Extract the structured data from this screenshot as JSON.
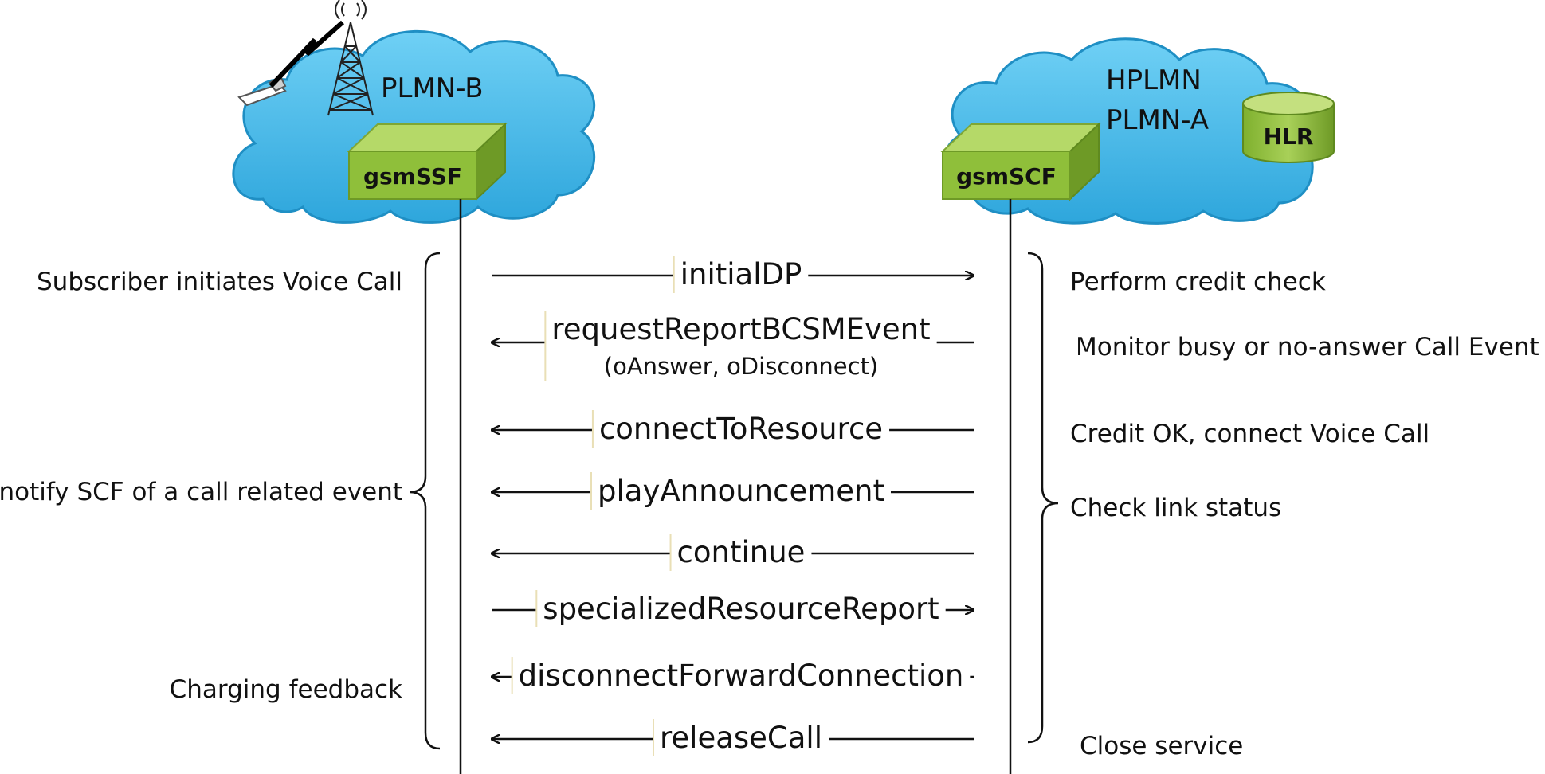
{
  "left_node": {
    "network": "PLMN-B",
    "box": "gsmSSF"
  },
  "right_node": {
    "network_line1": "HPLMN",
    "network_line2": "PLMN-A",
    "box": "gsmSCF",
    "database": "HLR"
  },
  "messages": [
    {
      "label": "initialDP",
      "direction": "right"
    },
    {
      "label": "requestReportBCSMEvent",
      "sublabel": "(oAnswer, oDisconnect)",
      "direction": "left"
    },
    {
      "label": "connectToResource",
      "direction": "left"
    },
    {
      "label": "playAnnouncement",
      "direction": "left"
    },
    {
      "label": "continue",
      "direction": "left"
    },
    {
      "label": "specializedResourceReport",
      "direction": "right"
    },
    {
      "label": "disconnectForwardConnection",
      "direction": "left"
    },
    {
      "label": "releaseCall",
      "direction": "left"
    }
  ],
  "left_annotations": [
    "Subscriber initiates Voice Call",
    "notify SCF of a call related event",
    "Charging feedback"
  ],
  "right_annotations": [
    "Perform credit check",
    "Monitor busy or no-answer Call Event",
    "Credit OK, connect Voice Call",
    "Check link status",
    "Close service"
  ],
  "colors": {
    "cloud_fill": "#3fb4e6",
    "cloud_stroke": "#1f8fc4",
    "box_front": "#8fbf3a",
    "box_top": "#b5d968",
    "box_side": "#6e9a26",
    "line": "#111111"
  }
}
